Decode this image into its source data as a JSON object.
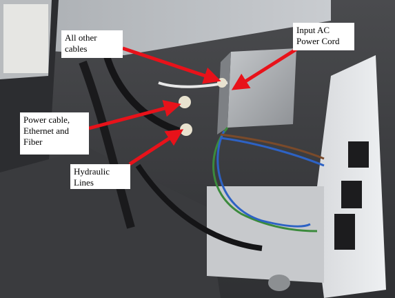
{
  "photo": {
    "subject": "equipment enclosure interior wiring"
  },
  "callouts": {
    "all_other": "All other\ncables",
    "input_ac": "Input AC\nPower Cord",
    "power": "Power cable,\nEthernet and\nFiber",
    "hydraulic": "Hydraulic\nLines"
  },
  "colors": {
    "arrow": "#e8121a",
    "label_bg": "#ffffff"
  }
}
